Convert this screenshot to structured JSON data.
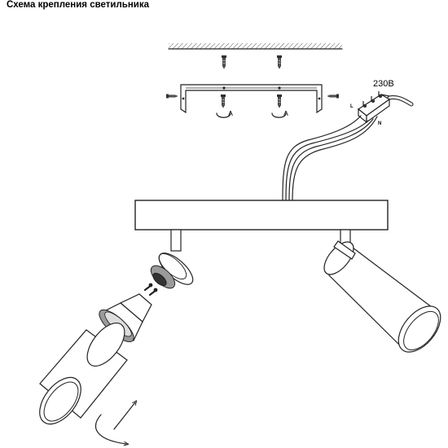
{
  "diagram": {
    "title": "Схема крепления светильника",
    "labels": {
      "voltage": "230В",
      "live": "L",
      "neutral": "N"
    },
    "icons": [
      "ceiling-hatch",
      "mounting-bracket",
      "screw-icon",
      "rotate-arrow-icon",
      "terminal-block",
      "gu10-bulb",
      "lamp-socket",
      "spotlight-head"
    ]
  }
}
